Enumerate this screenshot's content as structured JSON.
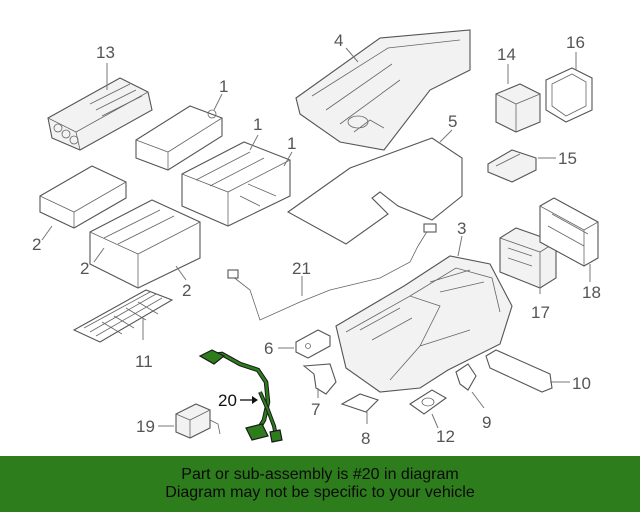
{
  "colors": {
    "banner_background": "#2e7d1c",
    "highlight_part": "#2e7d1c",
    "line_art": "#555555"
  },
  "callouts": {
    "c1a": "1",
    "c1b": "1",
    "c1c": "1",
    "c2a": "2",
    "c2b": "2",
    "c2c": "2",
    "c3": "3",
    "c4": "4",
    "c5": "5",
    "c6": "6",
    "c7": "7",
    "c8": "8",
    "c9": "9",
    "c10": "10",
    "c11": "11",
    "c12": "12",
    "c13": "13",
    "c14": "14",
    "c15": "15",
    "c16": "16",
    "c17": "17",
    "c18": "18",
    "c19": "19",
    "c20": "20",
    "c21": "21"
  },
  "banner": {
    "line1": "Part or sub-assembly is #20 in diagram",
    "line2": "Diagram may not be specific to your vehicle"
  }
}
